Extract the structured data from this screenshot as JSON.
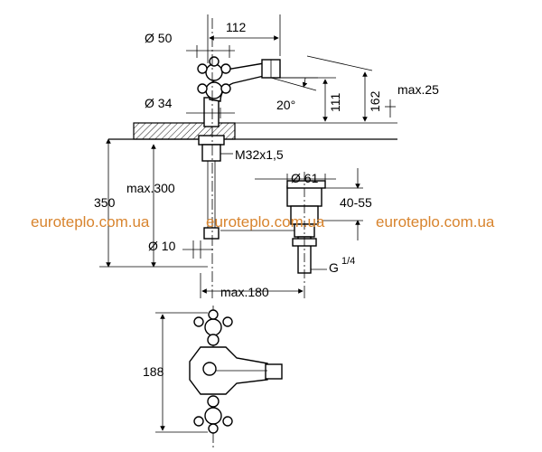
{
  "dimensions": {
    "width_112": "112",
    "dia_50": "Ø 50",
    "dia_34": "Ø 34",
    "angle_20": "20°",
    "height_111": "111",
    "height_162": "162",
    "max_25": "max.25",
    "thread_m32": "M32x1,5",
    "dia_61": "Ø 61",
    "max_300": "max.300",
    "height_350": "350",
    "range_40_55": "40-55",
    "dia_10": "Ø 10",
    "thread_g": "G",
    "thread_g_fraction": "1/4",
    "max_180": "max.180",
    "height_188": "188"
  },
  "watermarks": [
    "euroteplo.com.ua",
    "euroteplo.com.ua",
    "euroteplo.com.ua"
  ]
}
